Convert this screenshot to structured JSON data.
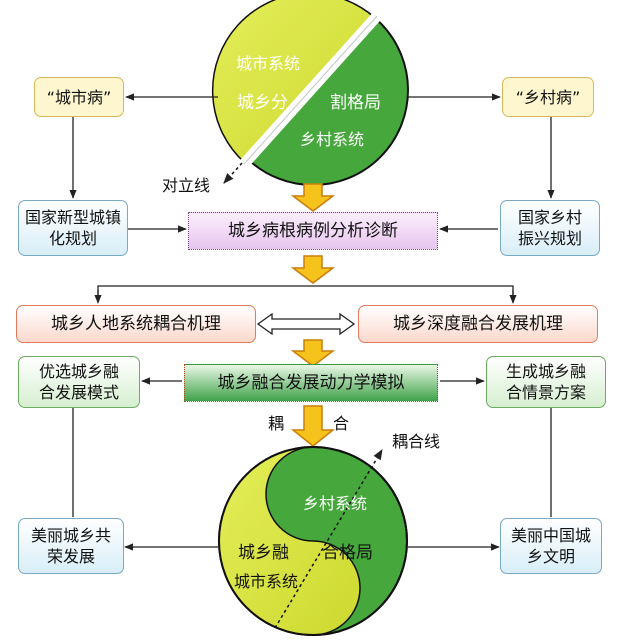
{
  "top_circle": {
    "label_city_system": "城市系统",
    "label_split_part1": "城乡分",
    "label_split_part2": "割格局",
    "label_rural_system": "乡村系统",
    "label_opposition_line": "对立线"
  },
  "urban_disease": "“城市病”",
  "rural_disease": "“乡村病”",
  "national_urban_plan": "国家新型城镇化规划",
  "national_rural_plan": "国家乡村振兴规划",
  "diagnosis": "城乡病根病例分析诊断",
  "human_land_mechanism": "城乡人地系统耦合机理",
  "deep_integration_mechanism": "城乡深度融合发展机理",
  "optimal_mode": "优选城乡融合发展模式",
  "dynamics_simulation": "城乡融合发展动力学模拟",
  "scenario_plan": "生成城乡融合情景方案",
  "coupling_left": "耦",
  "coupling_right": "合",
  "bottom_circle": {
    "label_coupling_line": "耦合线",
    "label_rural_system": "乡村系统",
    "label_fusion_part1": "城乡融",
    "label_fusion_part2": "合格局",
    "label_city_system": "城市系统"
  },
  "beautiful_urban_rural": "美丽城乡共荣发展",
  "beautiful_china": "美丽中国城乡文明",
  "colors": {
    "city": "#d4e23c",
    "rural": "#46a83c",
    "arrow_fill": "#f6c21c",
    "arrow_stroke": "#c97f0a"
  }
}
